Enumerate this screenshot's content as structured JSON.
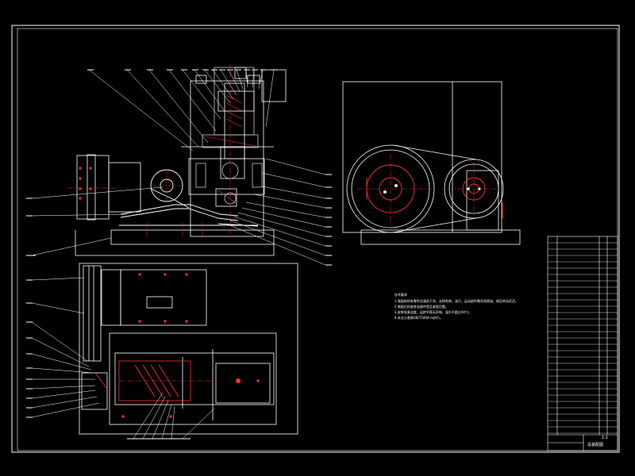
{
  "drawing": {
    "notes_title": "技术要求",
    "notes": [
      "1.装配前所有零件应清洗干净，去除毛刺、油污，运动部件需涂润滑油，保证转动灵活。",
      "2.装配后检查各连接件是否紧固可靠。",
      "3.皮带张紧适度，运转平稳无异响，温升不超过40℃。",
      "4.未注公差按GB/T1804-m执行。"
    ],
    "title_block": {
      "drawing_name": "总装配图",
      "scale": "1:1"
    }
  }
}
